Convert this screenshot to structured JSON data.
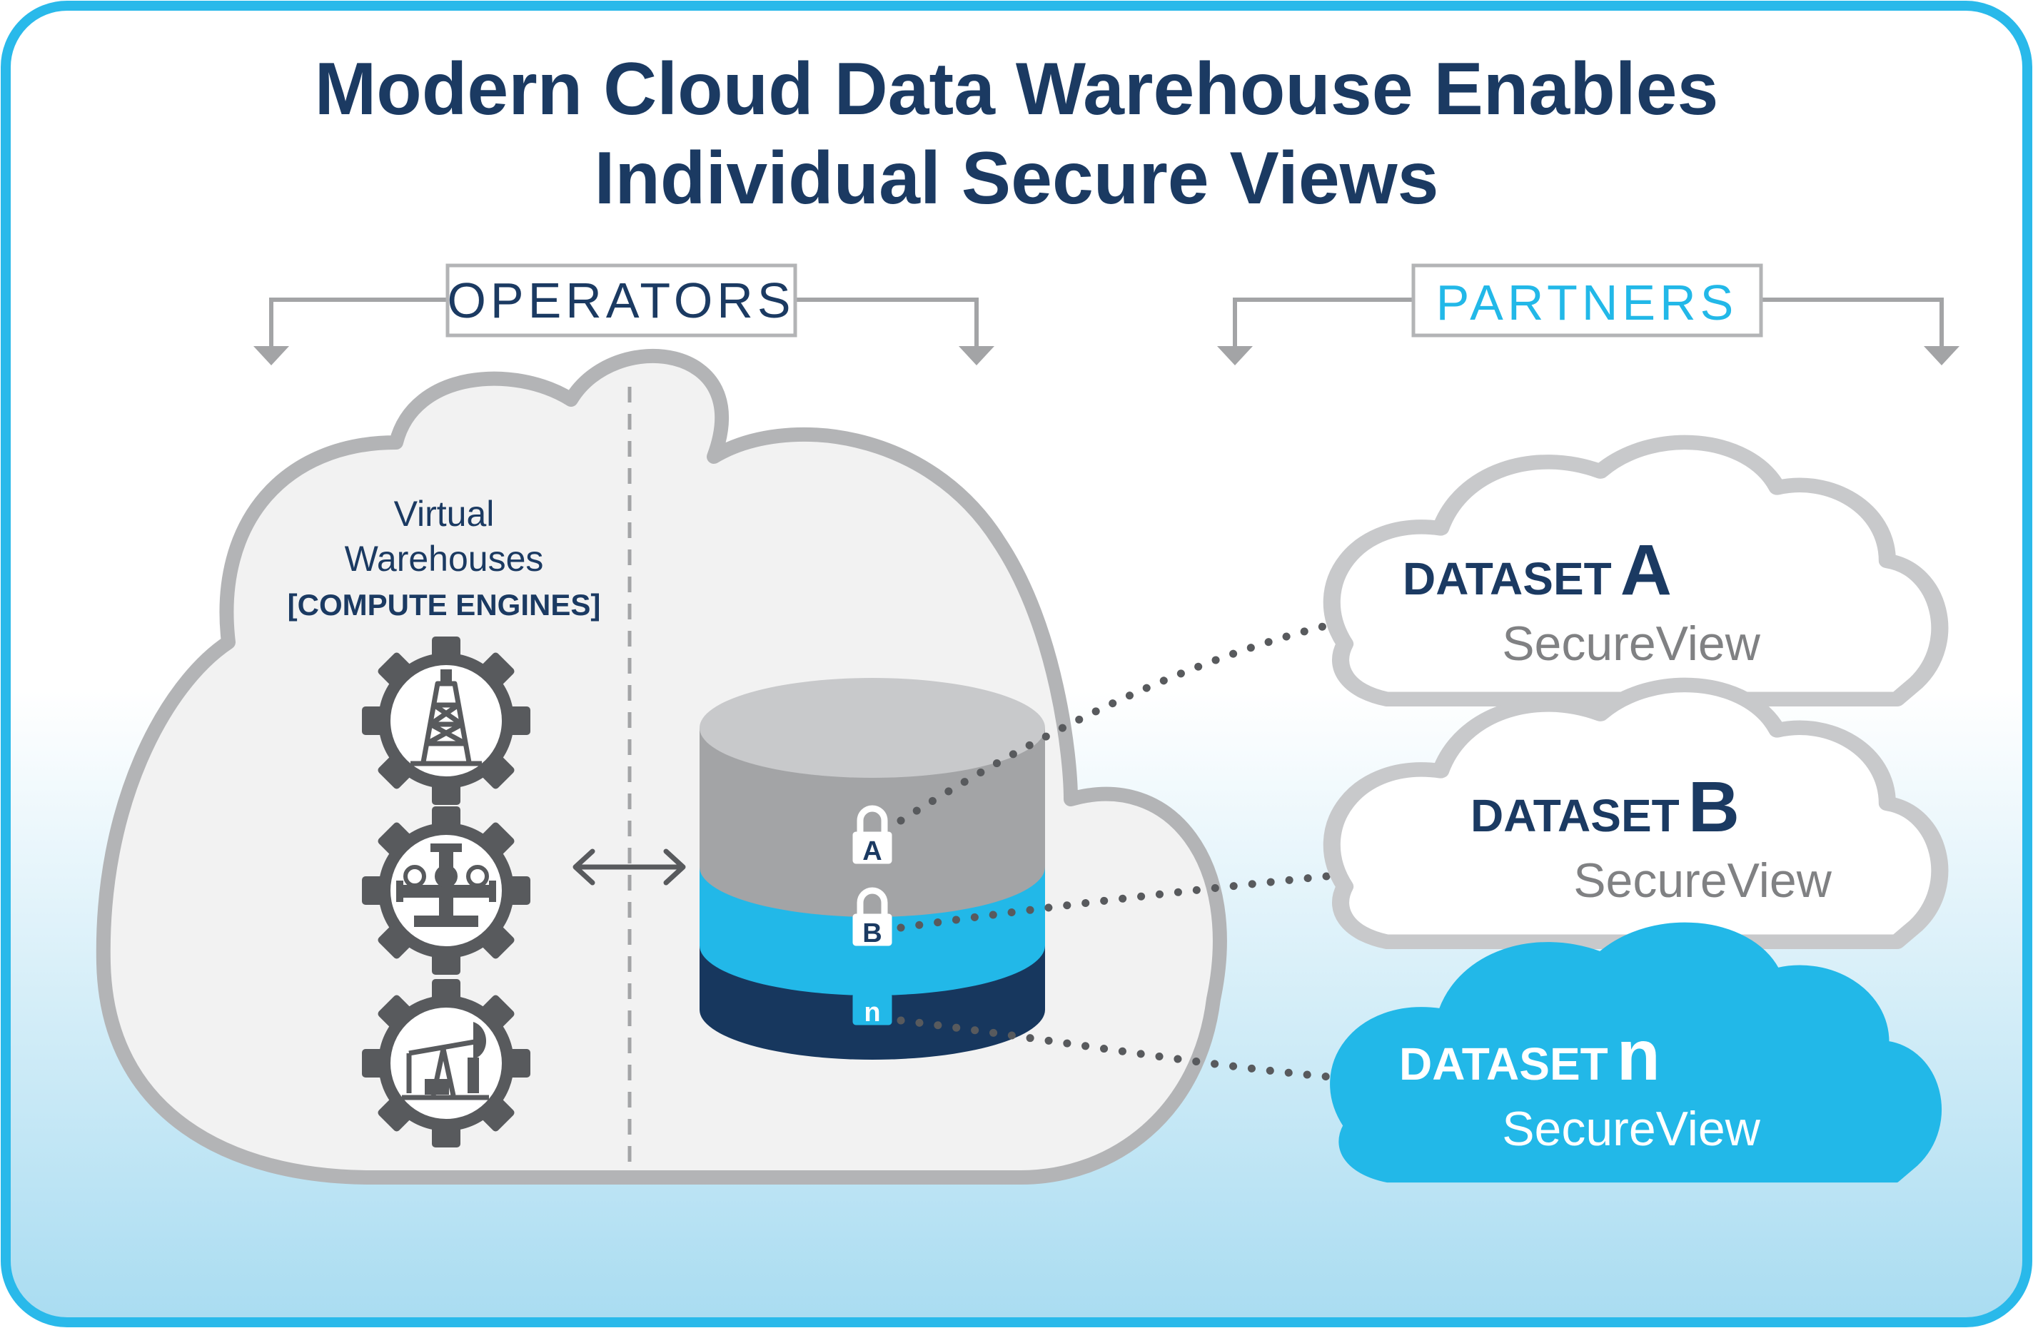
{
  "title": {
    "line1": "Modern Cloud Data Warehouse Enables",
    "line2": "Individual Secure Views"
  },
  "sections": {
    "operators": "OPERATORS",
    "partners": "PARTNERS"
  },
  "virtual_warehouses": {
    "line1": "Virtual",
    "line2": "Warehouses",
    "line3": "[COMPUTE ENGINES]"
  },
  "icons": {
    "gear_1": "oil-derrick-gear-icon",
    "gear_2": "wellhead-valve-gear-icon",
    "gear_3": "pumpjack-gear-icon",
    "arrow": "bidirectional-arrow-icon",
    "database": "layered-database-icon"
  },
  "locks": {
    "a": "A",
    "b": "B",
    "n": "n"
  },
  "datasets": [
    {
      "label": "DATASET",
      "letter": "A",
      "view": "SecureView"
    },
    {
      "label": "DATASET",
      "letter": "B",
      "view": "SecureView"
    },
    {
      "label": "DATASET",
      "letter": "n",
      "view": "SecureView"
    }
  ],
  "colors": {
    "frame": "#29b9ea",
    "navy": "#1b3a62",
    "cyan": "#22b8e8",
    "gray_outline": "#b3b4b6",
    "cloud_fill": "#f2f2f2",
    "icon_gray": "#585a5d"
  }
}
